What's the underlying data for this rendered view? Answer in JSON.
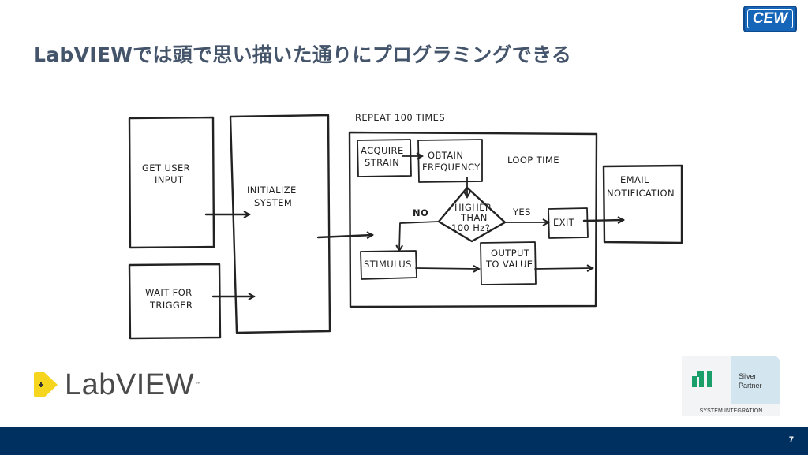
{
  "slide": {
    "title": "LabVIEWでは頭で思い描いた通りにプログラミングできる",
    "page_number": "7"
  },
  "logos": {
    "company": "CEW",
    "product": "LabVIEW",
    "product_tm": "™",
    "partner": {
      "tier_line1": "Silver",
      "tier_line2": "Partner",
      "program": "SYSTEM INTEGRATION",
      "mark": "ni-logo"
    }
  },
  "colors": {
    "title": "#44546a",
    "footer": "#003060",
    "cew_blue": "#1565b8",
    "labview_yellow": "#f5d51e",
    "ni_green": "#1a9e6a",
    "partner_tier_bg": "#d3e6ef"
  },
  "diagram": {
    "blocks": {
      "get_user_input": [
        "GET USER",
        "INPUT"
      ],
      "wait_for_trigger": [
        "WAIT FOR",
        "TRIGGER"
      ],
      "initialize_system": [
        "INITIALIZE",
        "SYSTEM"
      ],
      "loop_label": "REPEAT 100 TIMES",
      "acquire_strain": [
        "ACQUIRE",
        "STRAIN"
      ],
      "obtain_frequency": [
        "OBTAIN",
        "FREQUENCY"
      ],
      "loop_time": "LOOP TIME",
      "decision": [
        "HIGHER",
        "THAN",
        "100 Hz?"
      ],
      "no_label": "NO",
      "yes_label": "YES",
      "exit": "EXIT",
      "stimulus": "STIMULUS",
      "output_to_value": [
        "OUTPUT",
        "TO VALUE"
      ],
      "email_notification": [
        "EMAIL",
        "NOTIFICATION"
      ]
    }
  }
}
